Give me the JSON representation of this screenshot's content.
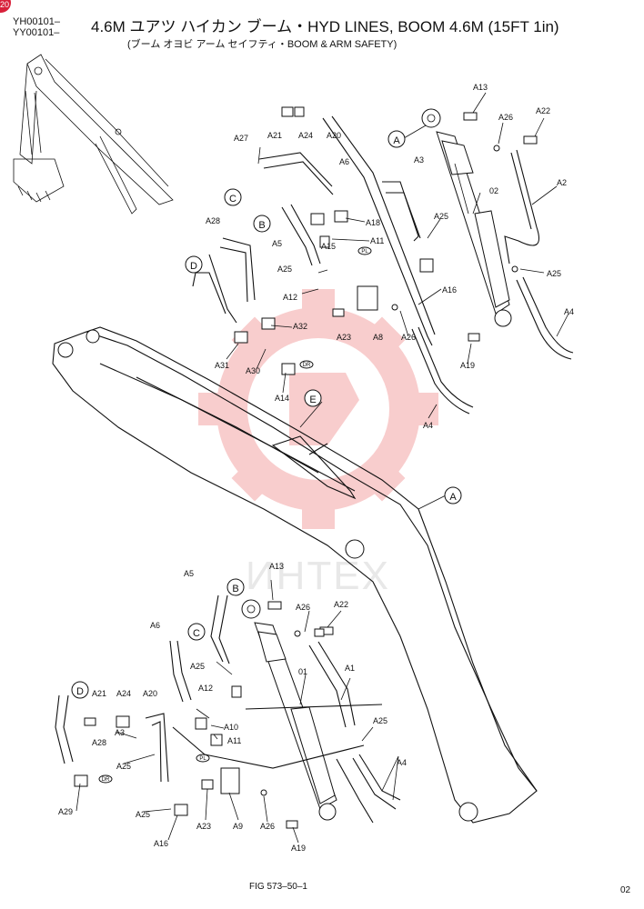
{
  "header": {
    "model_codes": [
      "YH00101–",
      "YY00101–"
    ],
    "title": "4.6M ユアツ ハイカン ブーム・HYD LINES, BOOM 4.6M (15FT 1in)",
    "subtitle": "(ブーム オヨビ アーム セイフティ・BOOM & ARM SAFETY)",
    "corner_badge": "20"
  },
  "watermark": {
    "text": "ИНТЕХ",
    "color": "#f2a0a0"
  },
  "section_markers": {
    "A": "A",
    "B": "B",
    "C": "C",
    "D": "D",
    "E": "E"
  },
  "valve_marks": {
    "PL": "PL",
    "DR": "DR"
  },
  "part_labels": {
    "A13": "A13",
    "A21": "A21",
    "A24": "A24",
    "A20": "A20",
    "A26": "A26",
    "A22": "A22",
    "A27": "A27",
    "A6": "A6",
    "A3": "A3",
    "p02": "02",
    "A2": "A2",
    "A28": "A28",
    "A5": "A5",
    "A15": "A15",
    "A18": "A18",
    "A11": "A11",
    "A25": "A25",
    "A12": "A12",
    "A16": "A16",
    "A23": "A23",
    "A8": "A8",
    "A32": "A32",
    "A31": "A31",
    "A30": "A30",
    "A14": "A14",
    "A19": "A19",
    "A4": "A4",
    "p01": "01",
    "A1": "A1",
    "A10": "A10",
    "A29": "A29",
    "A9": "A9"
  },
  "footer": {
    "figure": "FIG 573–50–1",
    "page": "02"
  }
}
